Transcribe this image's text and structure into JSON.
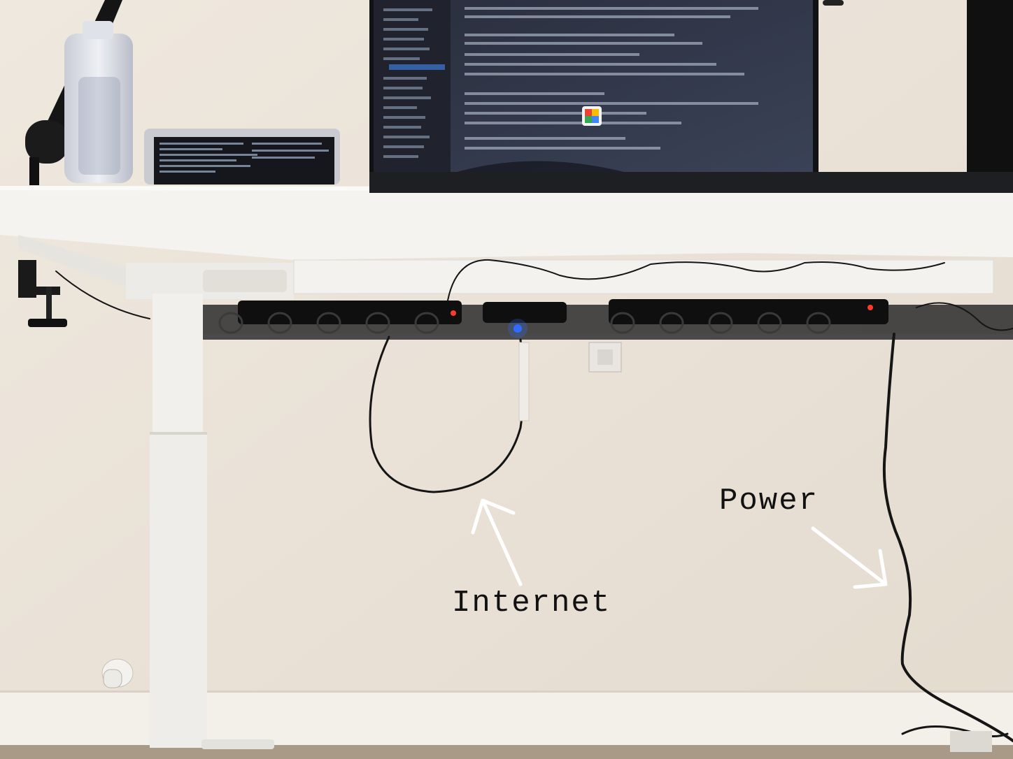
{
  "annotations": {
    "internet": {
      "text": "Internet",
      "target": "ethernet-cable"
    },
    "power": {
      "text": "Power",
      "target": "power-cable"
    }
  },
  "colors": {
    "wall": "#e9e1d6",
    "desk": "#f4f3f0",
    "frame": "#f2f1ee",
    "cable": "#151515",
    "arrow": "#ffffff",
    "led_blue": "#2f6bff",
    "led_red": "#ff3b2a"
  }
}
